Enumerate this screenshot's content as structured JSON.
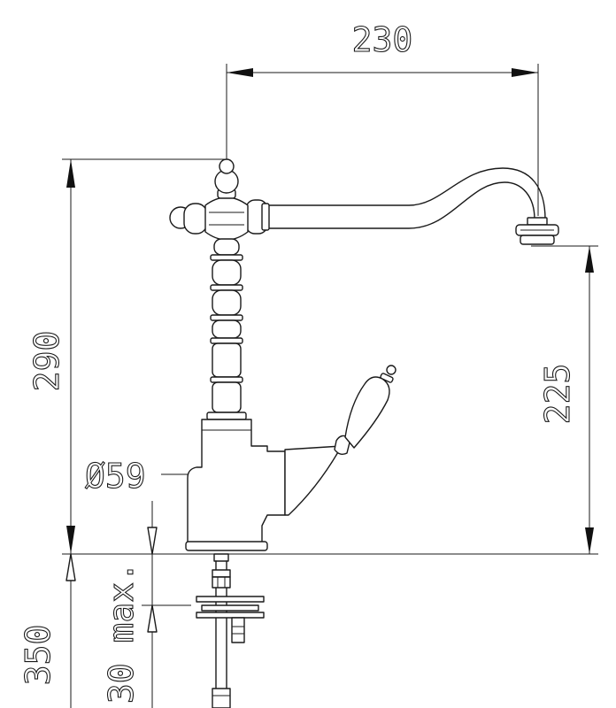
{
  "drawing": {
    "dimensions": {
      "spout_reach": "230",
      "total_height": "290",
      "outlet_height": "225",
      "base_diameter": "Ø59",
      "deck_thickness": "30 max.",
      "supply_length": "350"
    }
  },
  "colors": {
    "line": "#1a1a1a",
    "background": "#ffffff"
  }
}
